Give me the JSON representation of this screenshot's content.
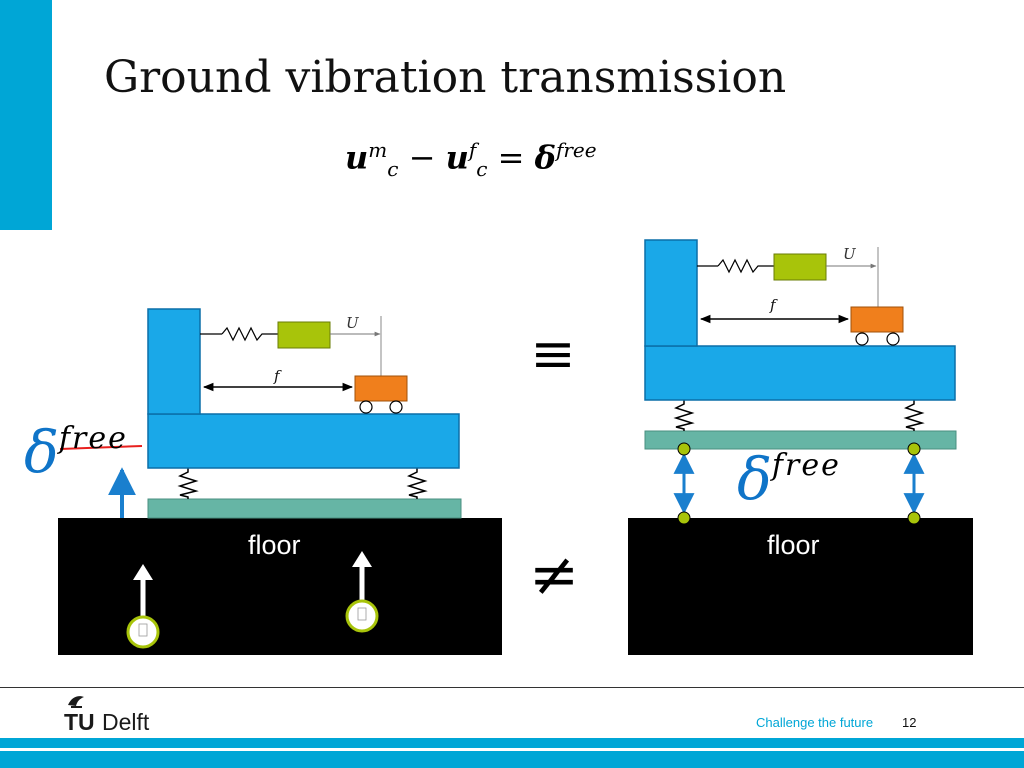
{
  "slide": {
    "title": "Ground vibration transmission",
    "page_number": "12",
    "tagline": "Challenge the future"
  },
  "equation": {
    "u": "u",
    "m": "m",
    "c": "c",
    "minus": "−",
    "f": "f",
    "equals": "=",
    "delta": "δ",
    "free": "free"
  },
  "relations": {
    "equivalent": "≡",
    "not_equal": "≠"
  },
  "left_diagram": {
    "floor_label": "floor",
    "spring_label_U": "U",
    "force_label_f": "f",
    "delta_symbol": "δ",
    "delta_superscript": "free"
  },
  "right_diagram": {
    "floor_label": "floor",
    "spring_label_U": "U",
    "force_label_f": "f",
    "delta_symbol": "δ",
    "delta_superscript": "free"
  },
  "logo": {
    "tu": "TU",
    "delft": "Delft"
  },
  "colors": {
    "accent": "#00a6d6",
    "machine": "#1aa8e8",
    "mass": "#a8c40a",
    "cart": "#f07f1c",
    "plate": "#66b5a5",
    "arrow": "#1a7fce",
    "node": "#a8c40a"
  }
}
